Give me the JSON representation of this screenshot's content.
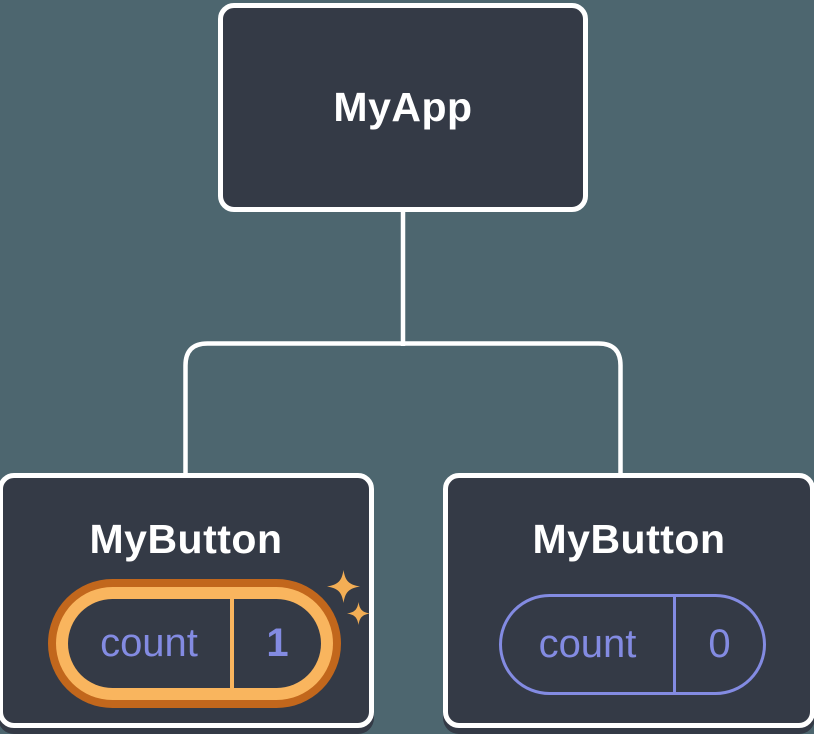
{
  "tree": {
    "root": {
      "label": "MyApp"
    },
    "children": [
      {
        "label": "MyButton",
        "state": {
          "name": "count",
          "value": "1"
        },
        "highlighted": true,
        "sparkles": true
      },
      {
        "label": "MyButton",
        "state": {
          "name": "count",
          "value": "0"
        },
        "highlighted": false,
        "sparkles": false
      }
    ]
  },
  "colors": {
    "background": "#4d666f",
    "node_fill": "#343a46",
    "node_border": "#ffffff",
    "node_text": "#ffffff",
    "connector": "#ffffff",
    "state_text": "#838be2",
    "state_border": "#838be2",
    "highlight_ring_outer": "#c2671c",
    "highlight_ring_inner": "#f9b55e",
    "sparkle": "#f3ae55"
  }
}
